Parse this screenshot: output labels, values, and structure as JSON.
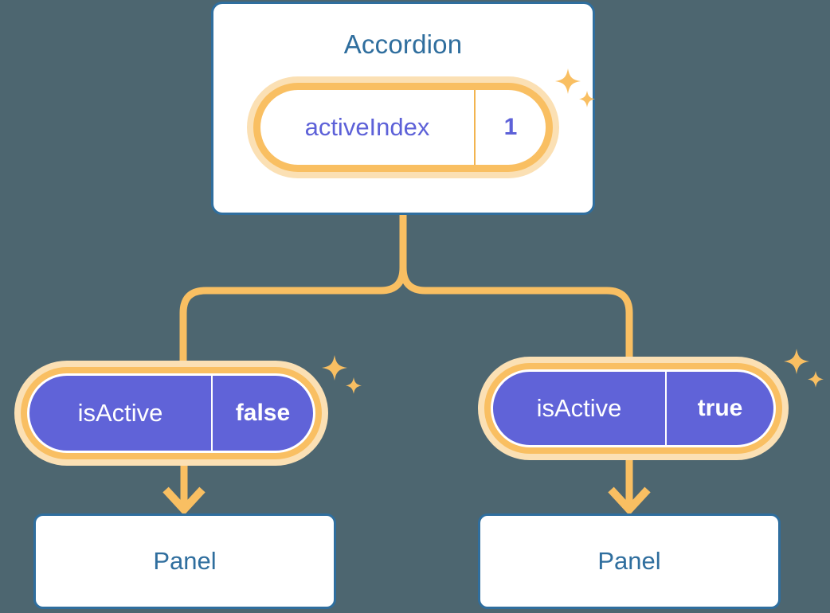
{
  "theme": {
    "background": "#4d6670",
    "card_border": "#2f6e9e",
    "card_text": "#2f6e9e",
    "accent_orange": "#f9bf62",
    "accent_orange_halo": "#fbe0b4",
    "state_fill": "#6063d8",
    "state_text": "#5d61d8",
    "white": "#ffffff"
  },
  "diagram": {
    "type": "component-state-tree",
    "root": {
      "name": "component-card",
      "title": "Accordion",
      "state": {
        "key": "activeIndex",
        "value": "1",
        "style": "white"
      },
      "sparkles": [
        "sparkle-large",
        "sparkle-small"
      ]
    },
    "children": [
      {
        "name": "branch-left",
        "state": {
          "key": "isActive",
          "value": "false",
          "style": "indigo"
        },
        "sparkles": [
          "sparkle-large",
          "sparkle-small"
        ],
        "panel": {
          "title": "Panel"
        }
      },
      {
        "name": "branch-right",
        "state": {
          "key": "isActive",
          "value": "true",
          "style": "indigo"
        },
        "sparkles": [
          "sparkle-large",
          "sparkle-small"
        ],
        "panel": {
          "title": "Panel"
        }
      }
    ],
    "connectors": [
      {
        "name": "root-to-split",
        "kind": "vertical-line"
      },
      {
        "name": "split-to-left-pill",
        "kind": "elbow-line"
      },
      {
        "name": "split-to-right-pill",
        "kind": "elbow-line"
      },
      {
        "name": "left-pill-to-panel",
        "kind": "arrow-down"
      },
      {
        "name": "right-pill-to-panel",
        "kind": "arrow-down"
      }
    ]
  }
}
